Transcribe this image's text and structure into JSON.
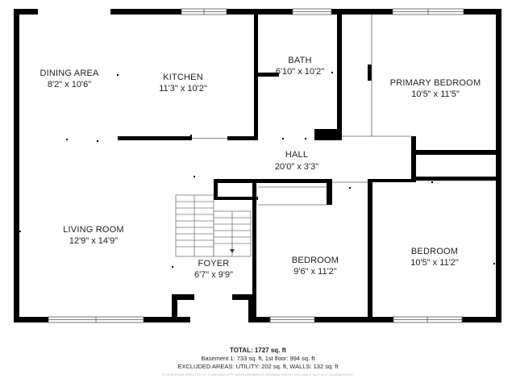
{
  "rooms": {
    "dining": {
      "name": "DINING AREA",
      "dims": "8'2\" x 10'6\""
    },
    "kitchen": {
      "name": "KITCHEN",
      "dims": "11'3\" x 10'2\""
    },
    "bath": {
      "name": "BATH",
      "dims": "6'10\" x 10'2\""
    },
    "primary": {
      "name": "PRIMARY BEDROOM",
      "dims": "10'5\" x 11'5\""
    },
    "hall": {
      "name": "HALL",
      "dims": "20'0\" x 3'3\""
    },
    "living": {
      "name": "LIVING ROOM",
      "dims": "12'9\" x 14'9\""
    },
    "foyer": {
      "name": "FOYER",
      "dims": "6'7\" x 9'9\""
    },
    "bedroom1": {
      "name": "BEDROOM",
      "dims": "9'6\" x 11'2\""
    },
    "bedroom2": {
      "name": "BEDROOM",
      "dims": "10'5\" x 11'2\""
    }
  },
  "footer": {
    "total": "TOTAL: 1727 sq. ft",
    "floors": "Basement 1: 733 sq. ft, 1st floor: 994 sq. ft",
    "excluded": "EXCLUDED AREAS: UTILITY: 202 sq. ft, WALLS: 132 sq. ft",
    "disclaimer": "FLOOR PLAN CREATED BY CUBICASA APP. MEASUREMENTS DEEMED HIGHLY RELIABLE BUT NOT GUARANTEED."
  },
  "colors": {
    "wall": "#000000",
    "thin_line": "#555555",
    "background": "#ffffff"
  }
}
